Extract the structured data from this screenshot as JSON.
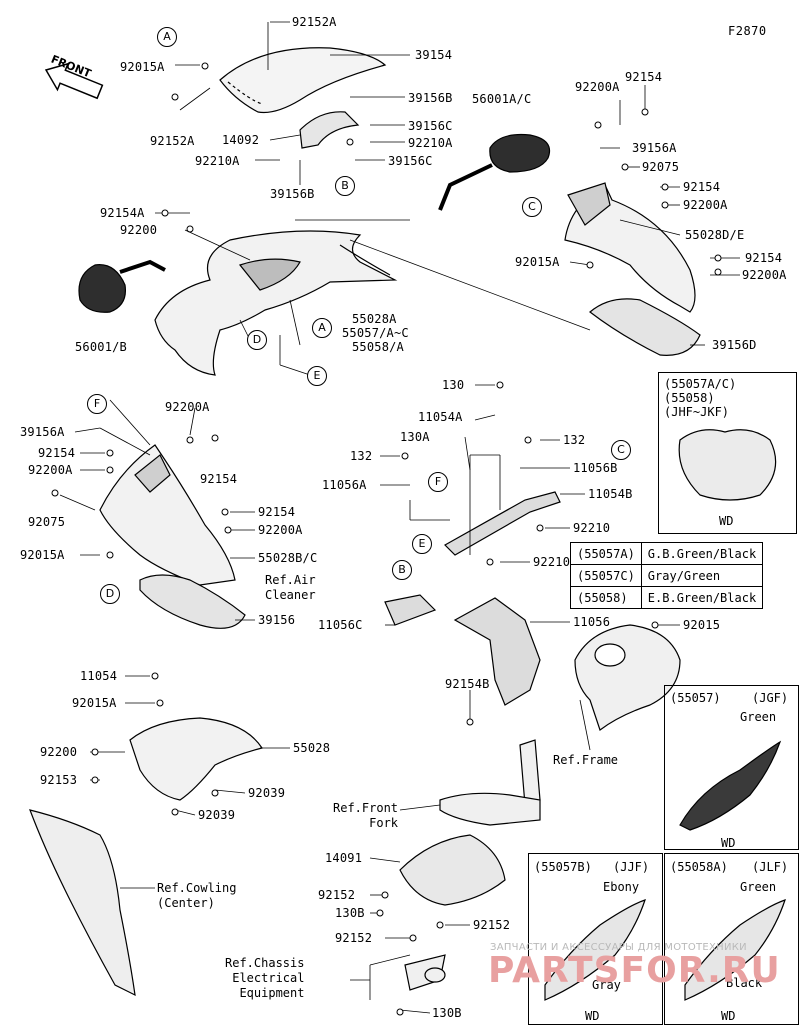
{
  "diagram_code": "F2870",
  "front_label": "FRONT",
  "labels": {
    "l_92152A_top": "92152A",
    "l_39154": "39154",
    "l_92015A_top": "92015A",
    "l_92152A_left": "92152A",
    "l_39156B_r": "39156B",
    "l_56001AC": "56001A/C",
    "l_14092": "14092",
    "l_39156C_1": "39156C",
    "l_92210A_1": "92210A",
    "l_92210A_2": "92210A",
    "l_39156C_2": "39156C",
    "l_39156B_b": "39156B",
    "l_92200A_rt": "92200A",
    "l_92154_rt": "92154",
    "l_39156A_rt": "39156A",
    "l_92075_rt": "92075",
    "l_92154_r2": "92154",
    "l_92200A_r2": "92200A",
    "l_55028DE": "55028D/E",
    "l_92015A_r": "92015A",
    "l_92154_r3": "92154",
    "l_92200A_r3": "92200A",
    "l_39156D": "39156D",
    "l_92154A": "92154A",
    "l_92200": "92200",
    "l_56001B": "56001/B",
    "l_55028A": "55028A",
    "l_55057AC": "55057/A~C",
    "l_55058A": "55058/A",
    "l_39156A_l": "39156A",
    "l_92154_l": "92154",
    "l_92200A_l": "92200A",
    "l_92075_l": "92075",
    "l_92015A_l": "92015A",
    "l_92200A_mid": "92200A",
    "l_92154_mid": "92154",
    "l_92154_m2": "92154",
    "l_92200A_m2": "92200A",
    "l_55028BC": "55028B/C",
    "l_39156": "39156",
    "l_130": "130",
    "l_11054A": "11054A",
    "l_130A": "130A",
    "l_132_r": "132",
    "l_132_l": "132",
    "l_11056B": "11056B",
    "l_11056A": "11056A",
    "l_11054B": "11054B",
    "l_92210_1": "92210",
    "l_92210_2": "92210",
    "l_11056C": "11056C",
    "l_11056": "11056",
    "l_92015": "92015",
    "l_92154B": "92154B",
    "l_11054": "11054",
    "l_92015A_b": "92015A",
    "l_55028": "55028",
    "l_92200_b": "92200",
    "l_92153": "92153",
    "l_92039_1": "92039",
    "l_92039_2": "92039",
    "l_14091": "14091",
    "l_92152_1": "92152",
    "l_130B_1": "130B",
    "l_92152_2": "92152",
    "l_92152_3": "92152",
    "l_130B_2": "130B"
  },
  "references": {
    "air_cleaner": "Ref.Air\nCleaner",
    "frame": "Ref.Frame",
    "front_fork": "Ref.Front\nFork",
    "cowling_center": "Ref.Cowling\n(Center)",
    "chassis_electrical": "Ref.Chassis\nElectrical\nEquipment"
  },
  "callouts": {
    "A1": "A",
    "A2": "A",
    "B1": "B",
    "B2": "B",
    "C1": "C",
    "C2": "C",
    "D1": "D",
    "D2": "D",
    "E1": "E",
    "E2": "E",
    "F1": "F",
    "F2": "F"
  },
  "color_table": [
    {
      "code": "(55057A)",
      "color": "G.B.Green/Black"
    },
    {
      "code": "(55057C)",
      "color": "Gray/Green"
    },
    {
      "code": "(55058)",
      "color": "E.B.Green/Black"
    }
  ],
  "inset_boxes": {
    "jhf": {
      "line1": "(55057A/C)",
      "line2": "(55058)",
      "line3": "(JHF~JKF)",
      "foot": "WD"
    },
    "jgf": {
      "code": "(55057)",
      "model": "(JGF)",
      "color": "Green",
      "foot": "WD"
    },
    "jjf": {
      "code": "(55057B)",
      "model": "(JJF)",
      "color": "Ebony",
      "color2": "Gray",
      "foot": "WD"
    },
    "jlf": {
      "code": "(55058A)",
      "model": "(JLF)",
      "color": "Green",
      "color2": "Black",
      "foot": "WD"
    }
  },
  "watermark": {
    "line1": "ЗАПЧАСТИ И АКСЕССУАРЫ ДЛЯ МОТОТЕХНИКИ",
    "line2": "PARTSFOR.RU"
  },
  "colors": {
    "line": "#000000",
    "part_fill": "#f2f2f2",
    "watermark": "#e8a0a0"
  }
}
